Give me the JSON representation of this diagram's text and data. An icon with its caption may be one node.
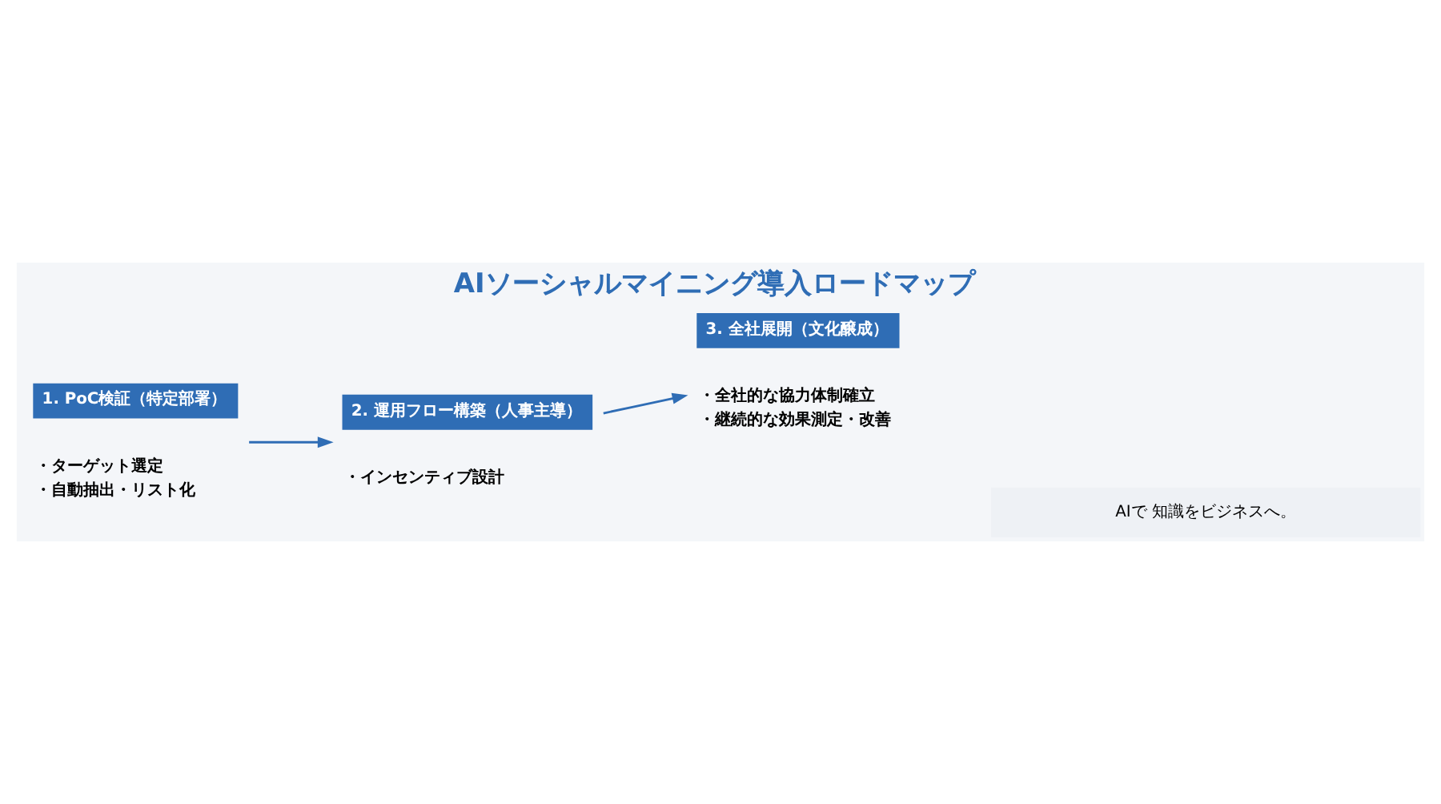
{
  "diagram": {
    "title": "AIソーシャルマイニング導入ロードマップ",
    "nodes": [
      {
        "text": [
          "1. PoC検証（特定部署）",
          "・ターゲット選定",
          "・自動抽出・リスト化"
        ]
      },
      {
        "text": [
          "2. 運用フロー構築（人事主導）",
          "・インセンティブ設計"
        ]
      },
      {
        "text": [
          "3. 全社展開（文化醸成）",
          "・全社的な協力体制確立",
          "・継続的な効果測定・改善"
        ]
      }
    ],
    "edges": [
      {
        "from": 0,
        "to": 1,
        "arrow": "to"
      },
      {
        "from": 1,
        "to": 2,
        "arrow": "to"
      }
    ],
    "labels": [
      "AIで 知識をビジネスへ。"
    ]
  }
}
